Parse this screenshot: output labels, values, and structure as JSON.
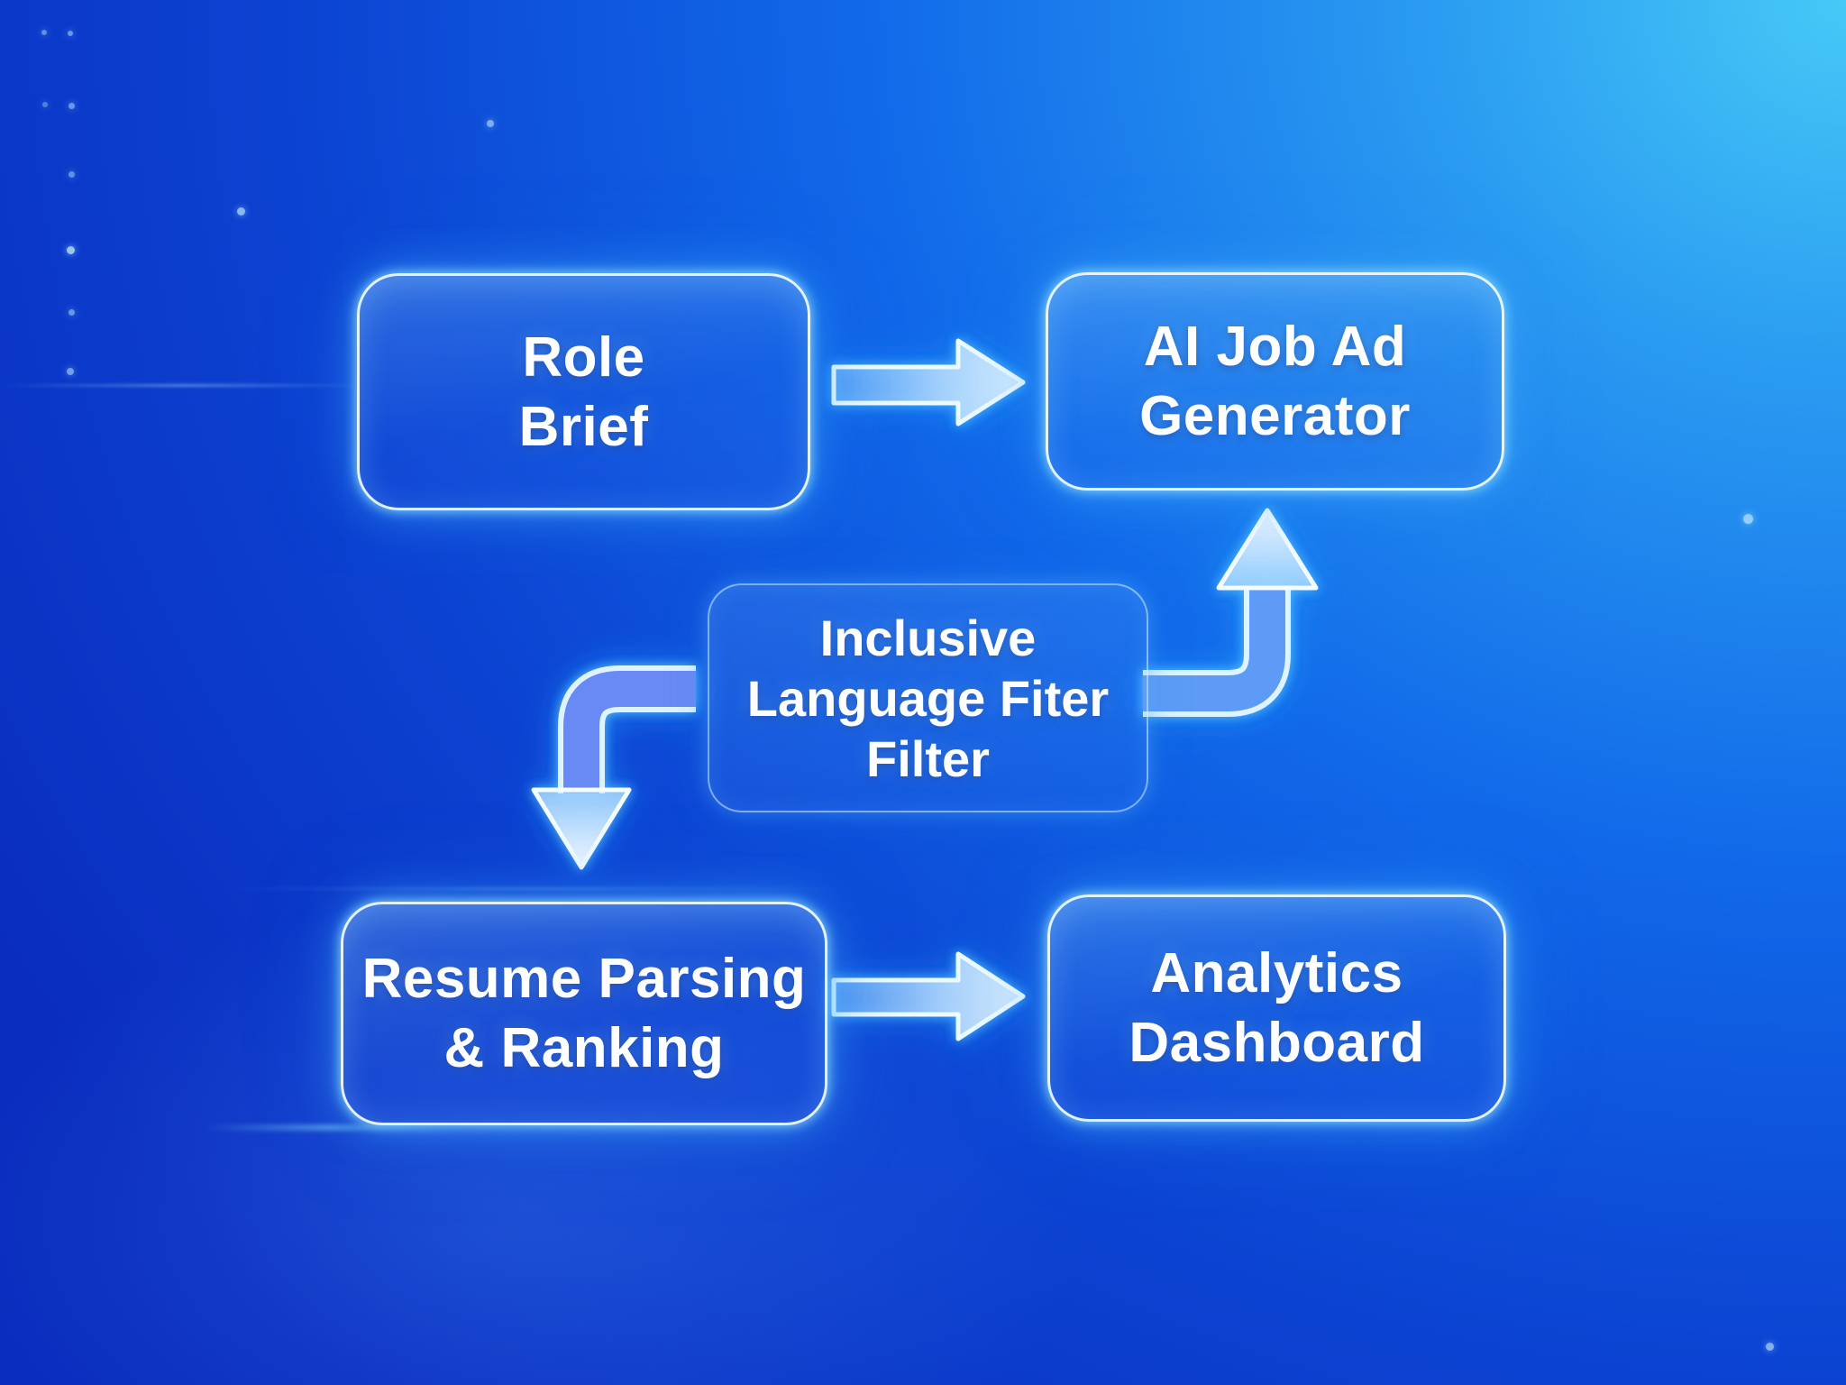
{
  "diagram": {
    "type": "flowchart",
    "theme": {
      "background_top_right": "#46c9f6",
      "background_mid": "#1169e9",
      "background_deep": "#0a2cbe",
      "box_glow": "#7fe3ff",
      "text_color": "#ffffff",
      "arrow_glow": "#56c8ff"
    },
    "nodes": {
      "role_brief": {
        "lines": [
          "Role",
          "Brief"
        ]
      },
      "ai_generator": {
        "lines": [
          "AI Job Ad",
          "Generator"
        ]
      },
      "language_filter": {
        "lines": [
          "Inclusive",
          "Language Fiter",
          "Filter"
        ]
      },
      "resume_parsing": {
        "lines": [
          "Resume Parsing",
          "& Ranking"
        ]
      },
      "analytics_dashboard": {
        "lines": [
          "Analytics",
          "Dashboard"
        ]
      }
    },
    "edges": [
      {
        "from": "role_brief",
        "to": "ai_generator",
        "shape": "straight-right"
      },
      {
        "from": "language_filter",
        "to": "ai_generator",
        "shape": "curved-up-right"
      },
      {
        "from": "language_filter",
        "to": "resume_parsing",
        "shape": "curved-down-left"
      },
      {
        "from": "resume_parsing",
        "to": "analytics_dashboard",
        "shape": "straight-right"
      }
    ]
  }
}
